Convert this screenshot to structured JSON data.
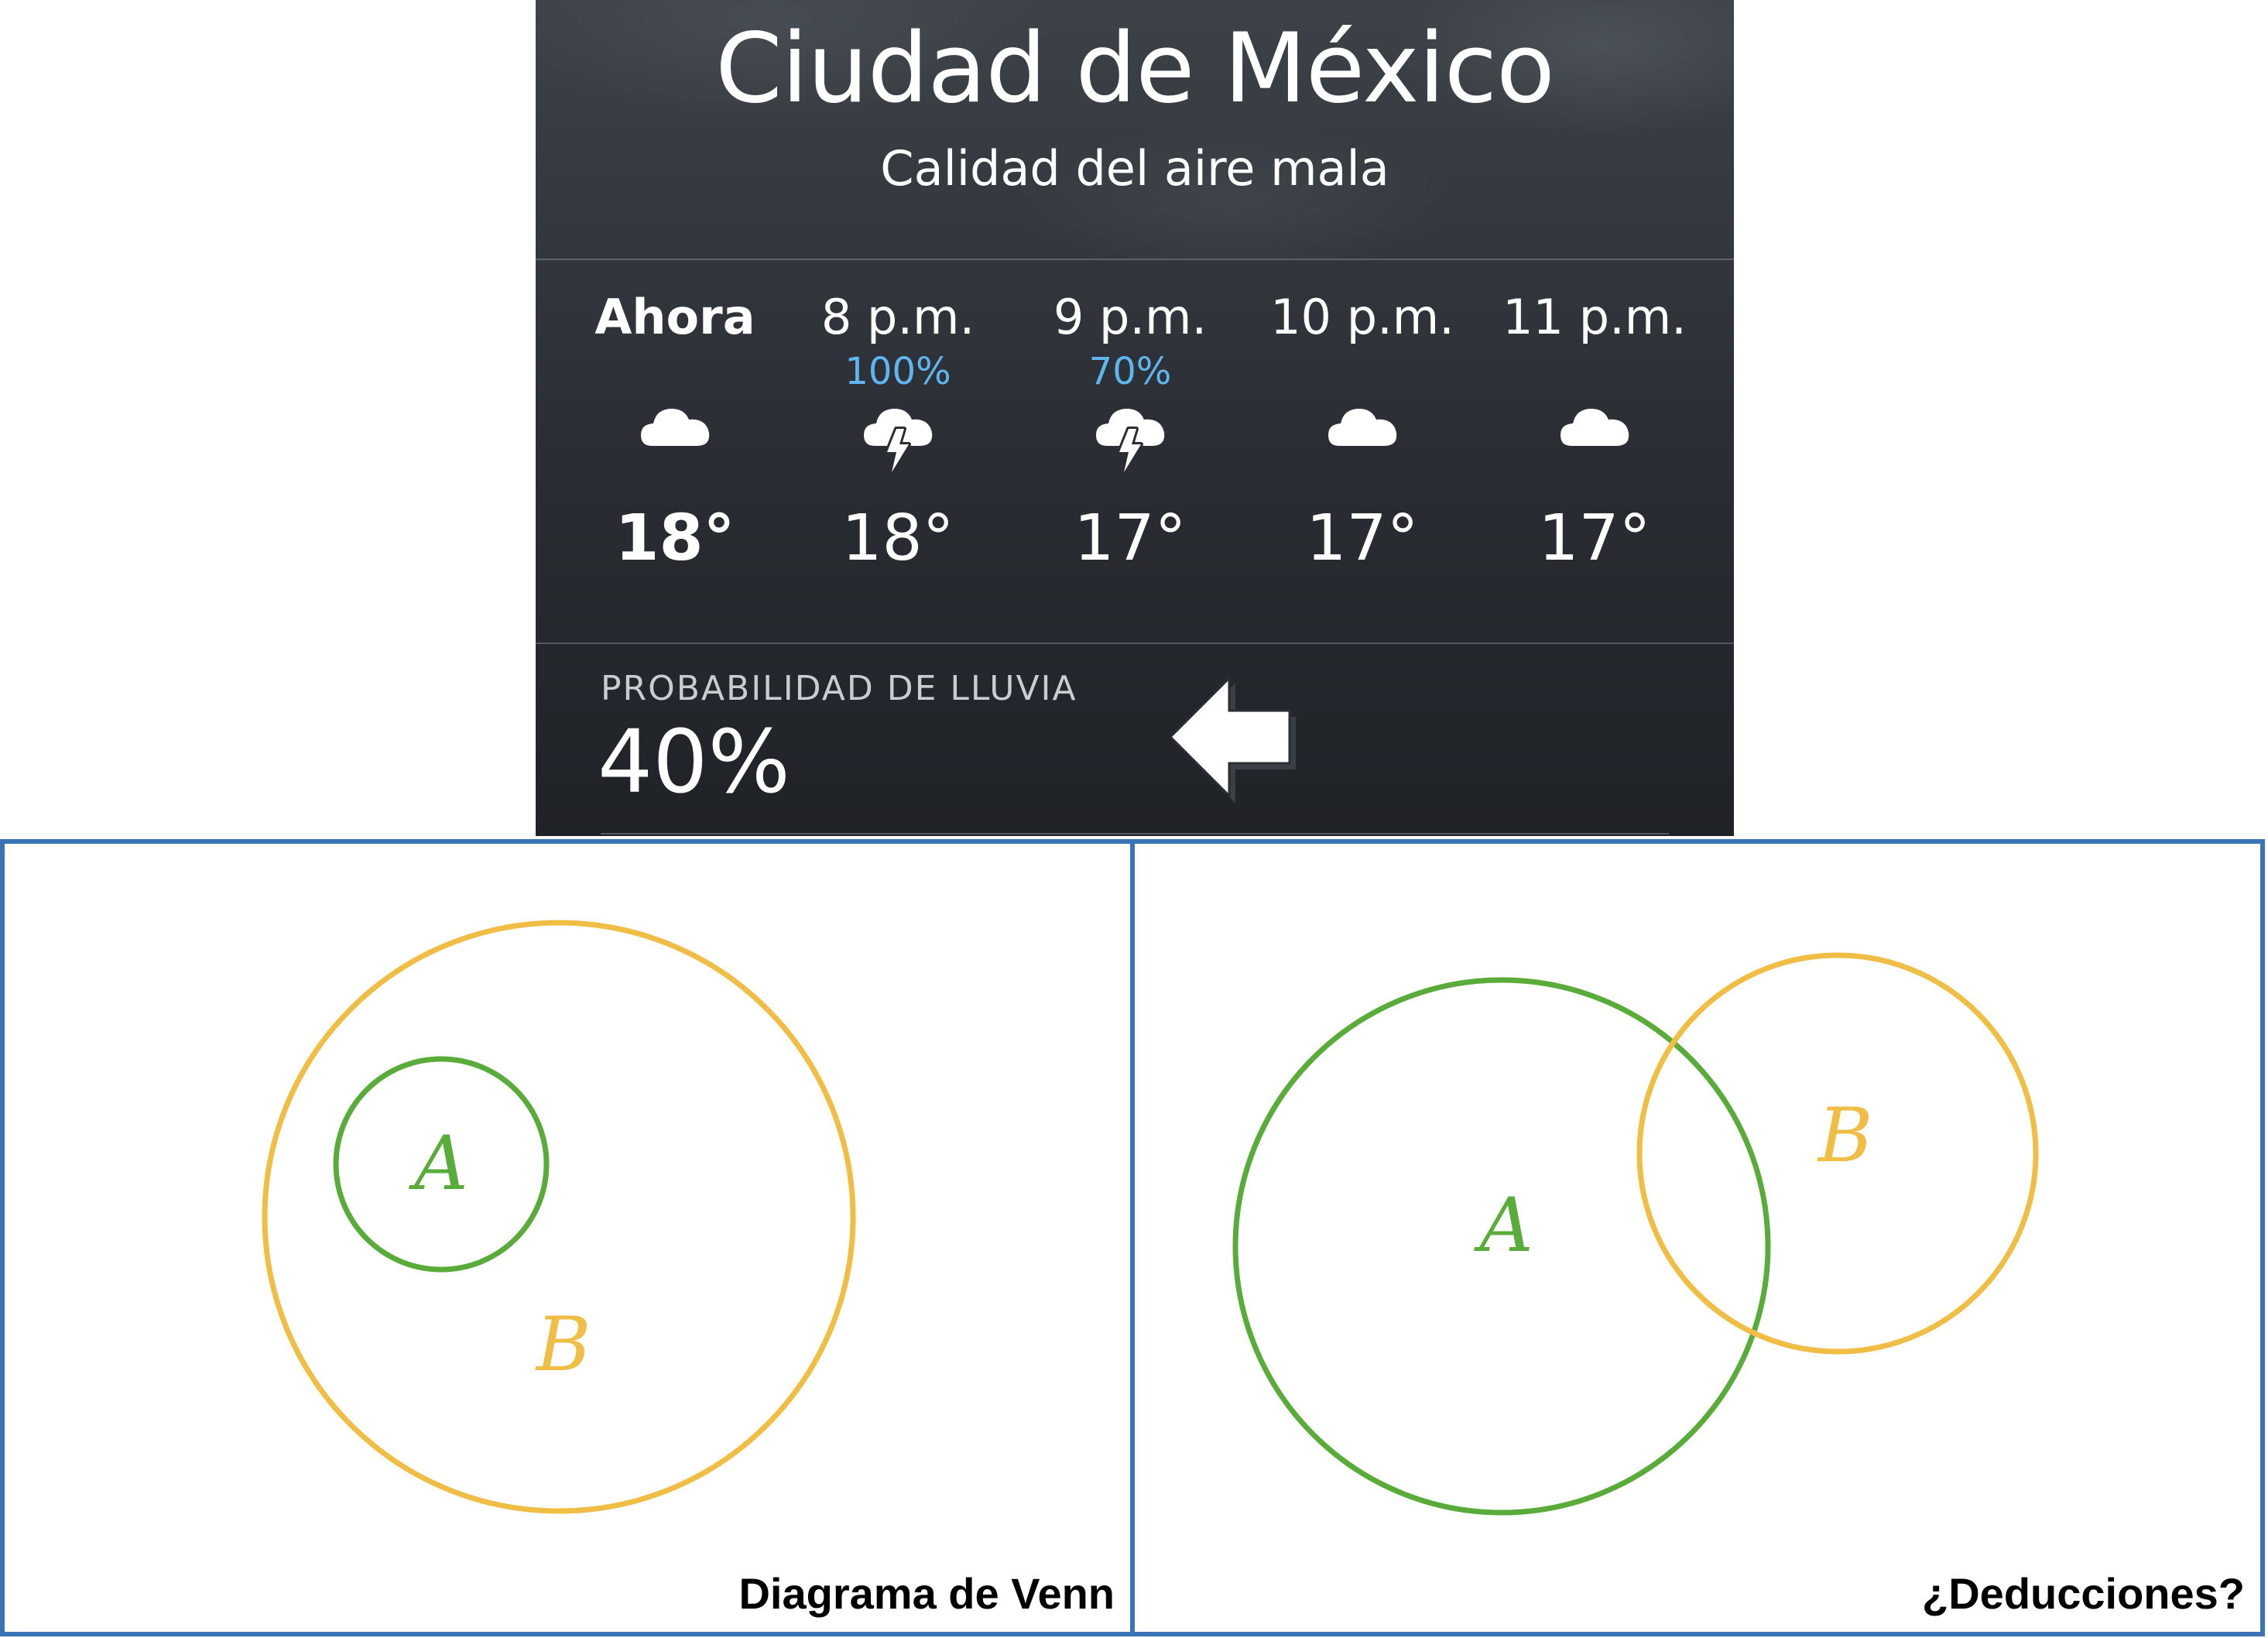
{
  "weather": {
    "city": "Ciudad de México",
    "air_quality": "Calidad del aire mala",
    "hours": [
      {
        "time": "Ahora",
        "precip": "",
        "icon": "cloud-icon",
        "temp": "18°",
        "bold": true
      },
      {
        "time": "8 p.m.",
        "precip": "100%",
        "icon": "thunderstorm-icon",
        "temp": "18°",
        "bold": false
      },
      {
        "time": "9 p.m.",
        "precip": "70%",
        "icon": "thunderstorm-icon",
        "temp": "17°",
        "bold": false
      },
      {
        "time": "10 p.m.",
        "precip": "",
        "icon": "cloud-icon",
        "temp": "17°",
        "bold": false
      },
      {
        "time": "11 p.m.",
        "precip": "",
        "icon": "cloud-icon",
        "temp": "17°",
        "bold": false
      }
    ],
    "rain_label": "PROBABILIDAD DE LLUVIA",
    "rain_value": "40%"
  },
  "colors": {
    "precip": "#5fb6ef",
    "set_a": "#5aac3a",
    "set_b": "#f0bd45",
    "panel_border": "#3a74b5"
  },
  "venn_subset": {
    "caption": "Diagrama de Venn",
    "label_a": "A",
    "label_b": "B",
    "relation": "A inside B"
  },
  "venn_overlap": {
    "caption": "¿Deducciones?",
    "label_a": "A",
    "label_b": "B",
    "relation": "A and B overlap"
  }
}
